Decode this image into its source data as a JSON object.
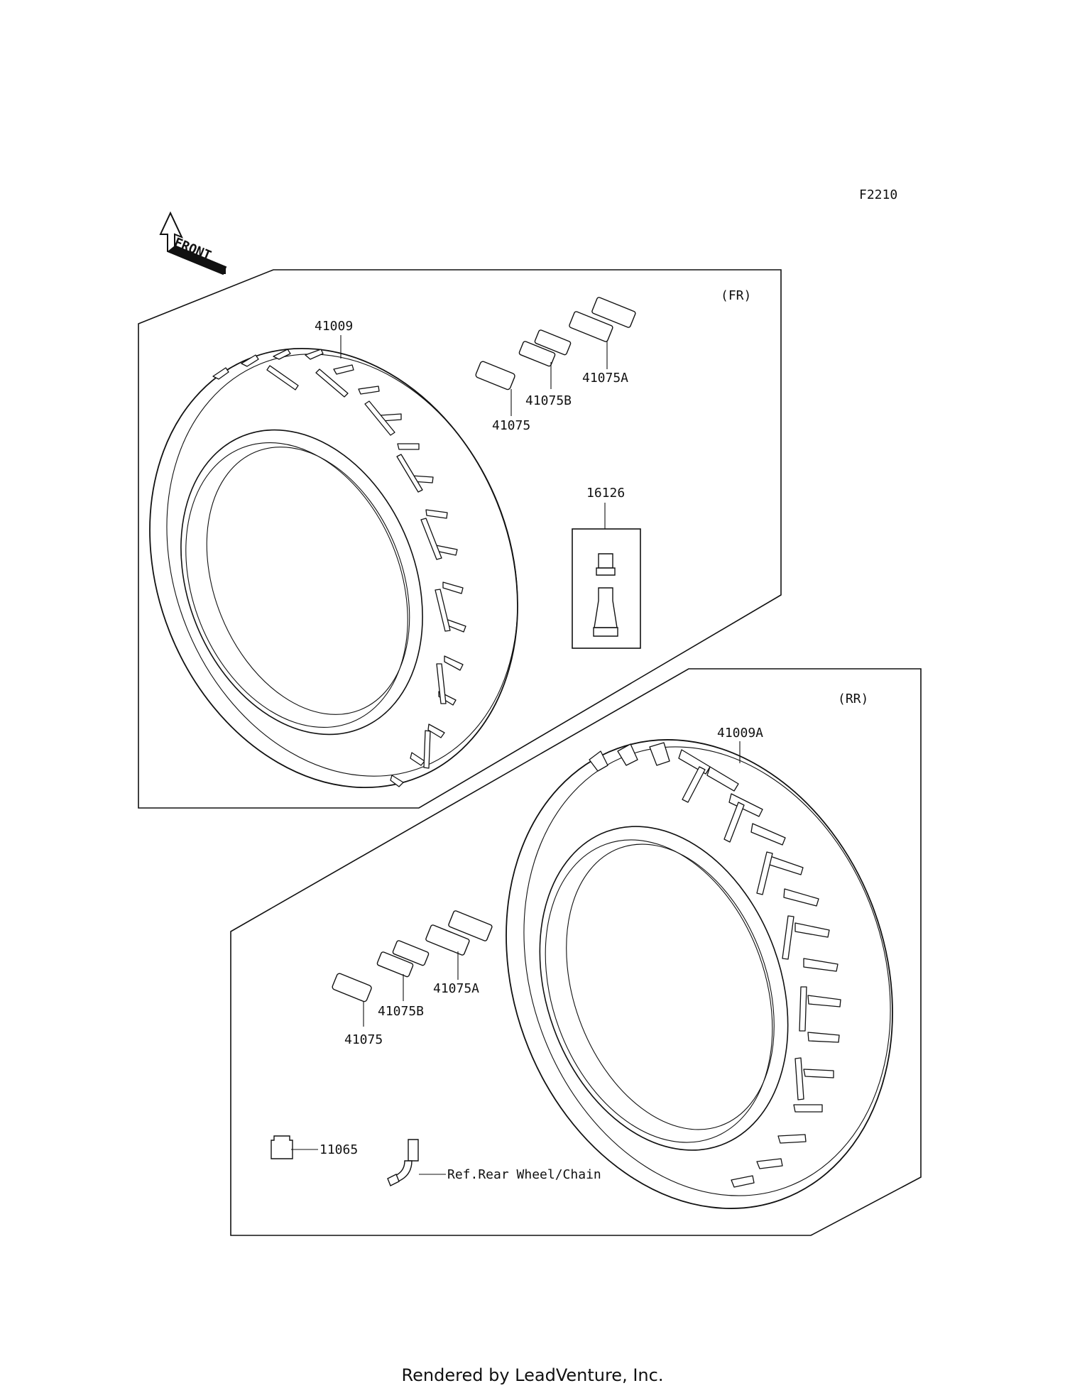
{
  "figure_code": "F2210",
  "front_arrow_label": "FRONT",
  "front_panel": {
    "title": "(FR)",
    "parts": {
      "tire": "41009",
      "weight_a": "41075A",
      "weight_b": "41075B",
      "weight": "41075",
      "valve": "16126"
    }
  },
  "rear_panel": {
    "title": "(RR)",
    "parts": {
      "tire": "41009A",
      "weight_a": "41075A",
      "weight_b": "41075B",
      "weight": "41075",
      "cap": "11065",
      "reference": "Ref.Rear Wheel/Chain"
    }
  },
  "footer": "Rendered by LeadVenture, Inc."
}
